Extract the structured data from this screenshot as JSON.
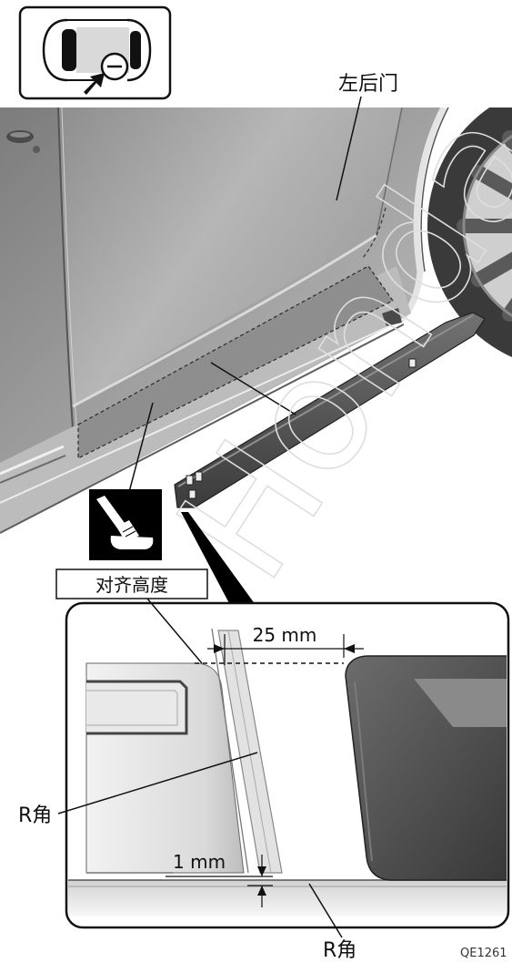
{
  "figure": {
    "callouts": {
      "rear_door": "左后门",
      "align_height": "对齐高度",
      "r_corner_left": "R角",
      "r_corner_bottom": "R角"
    },
    "dimensions": {
      "gap": "25 mm",
      "step": "1 mm"
    },
    "figure_code": "QE1261",
    "watermark": "Honda"
  },
  "icons": {
    "location_icon": "car-top-view-rear-left-location-icon",
    "adhesive_icon": "adhesive-application-icon",
    "zoom_pointer": "callout-pointer-icon"
  },
  "colors": {
    "line": "#111111",
    "body_gray": "#a9a9a9",
    "trim_dark": "#4a4a4a",
    "adhesive_area": "#8e8e8e"
  }
}
